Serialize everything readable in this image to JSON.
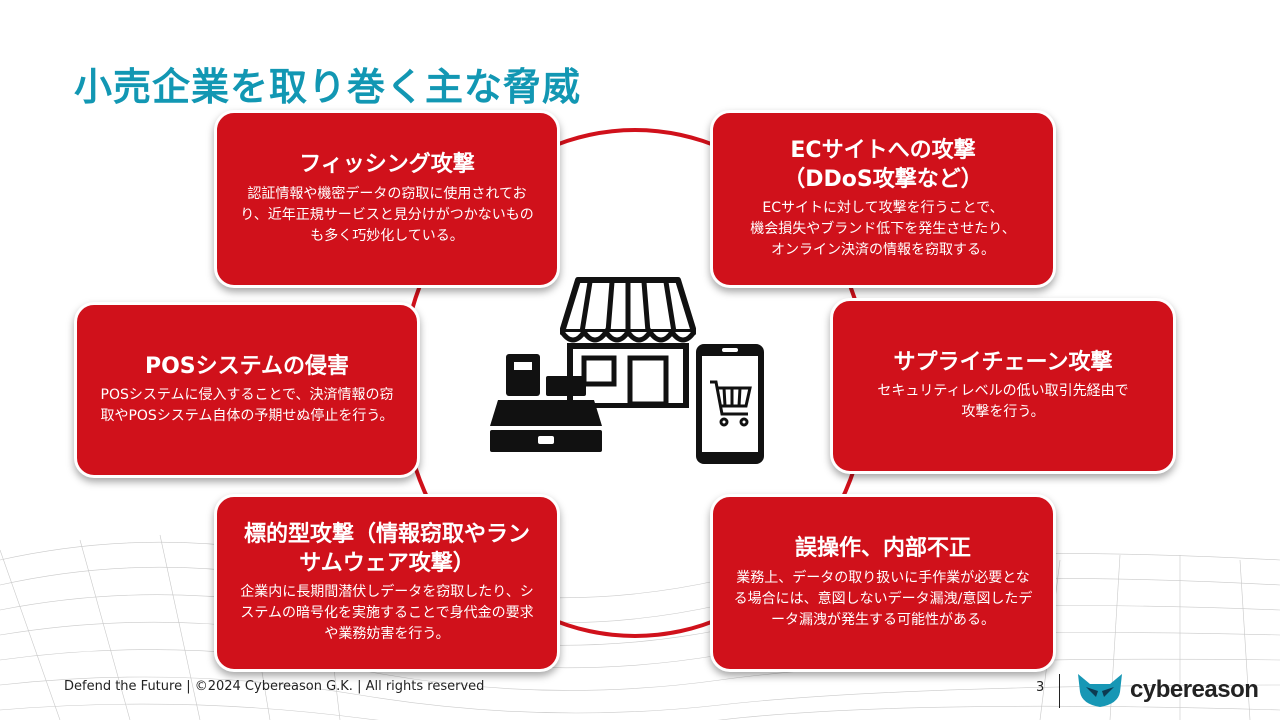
{
  "slide": {
    "title": "小売企業を取り巻く主な脅威"
  },
  "threats": [
    {
      "title": "フィッシング攻撃",
      "body": "認証情報や機密データの窃取に使用されており、近年正規サービスと見分けがつかないものも多く巧妙化している。"
    },
    {
      "title": "ECサイトへの攻撃\n（DDoS攻撃など）",
      "body": "ECサイトに対して攻撃を行うことで、\n機会損失やブランド低下を発生させたり、\nオンライン決済の情報を窃取する。"
    },
    {
      "title": "POSシステムの侵害",
      "body": "POSシステムに侵入することで、決済情報の窃取やPOSシステム自体の予期せぬ停止を行う。"
    },
    {
      "title": "サプライチェーン攻撃",
      "body": "セキュリティレベルの低い取引先経由で\n攻撃を行う。"
    },
    {
      "title": "標的型攻撃（情報窃取やランサムウェア攻撃）",
      "body": "企業内に長期間潜伏しデータを窃取したり、システムの暗号化を実施することで身代金の要求や業務妨害を行う。"
    },
    {
      "title": "誤操作、内部不正",
      "body": "業務上、データの取り扱いに手作業が必要となる場合には、意図しないデータ漏洩/意図したデータ漏洩が発生する可能性がある。"
    }
  ],
  "icons": {
    "store": "store-icon",
    "register": "cash-register-icon",
    "phone": "smartphone-cart-icon",
    "logo": "owl-logo-icon"
  },
  "footer": {
    "copyright": "Defend the Future | ©2024 Cybereason G.K. | All rights reserved",
    "page_number": "3",
    "logo_text": "cybereason"
  },
  "colors": {
    "title": "#1297b3",
    "card_red": "#d0111b",
    "logo_teal": "#1797b5"
  }
}
